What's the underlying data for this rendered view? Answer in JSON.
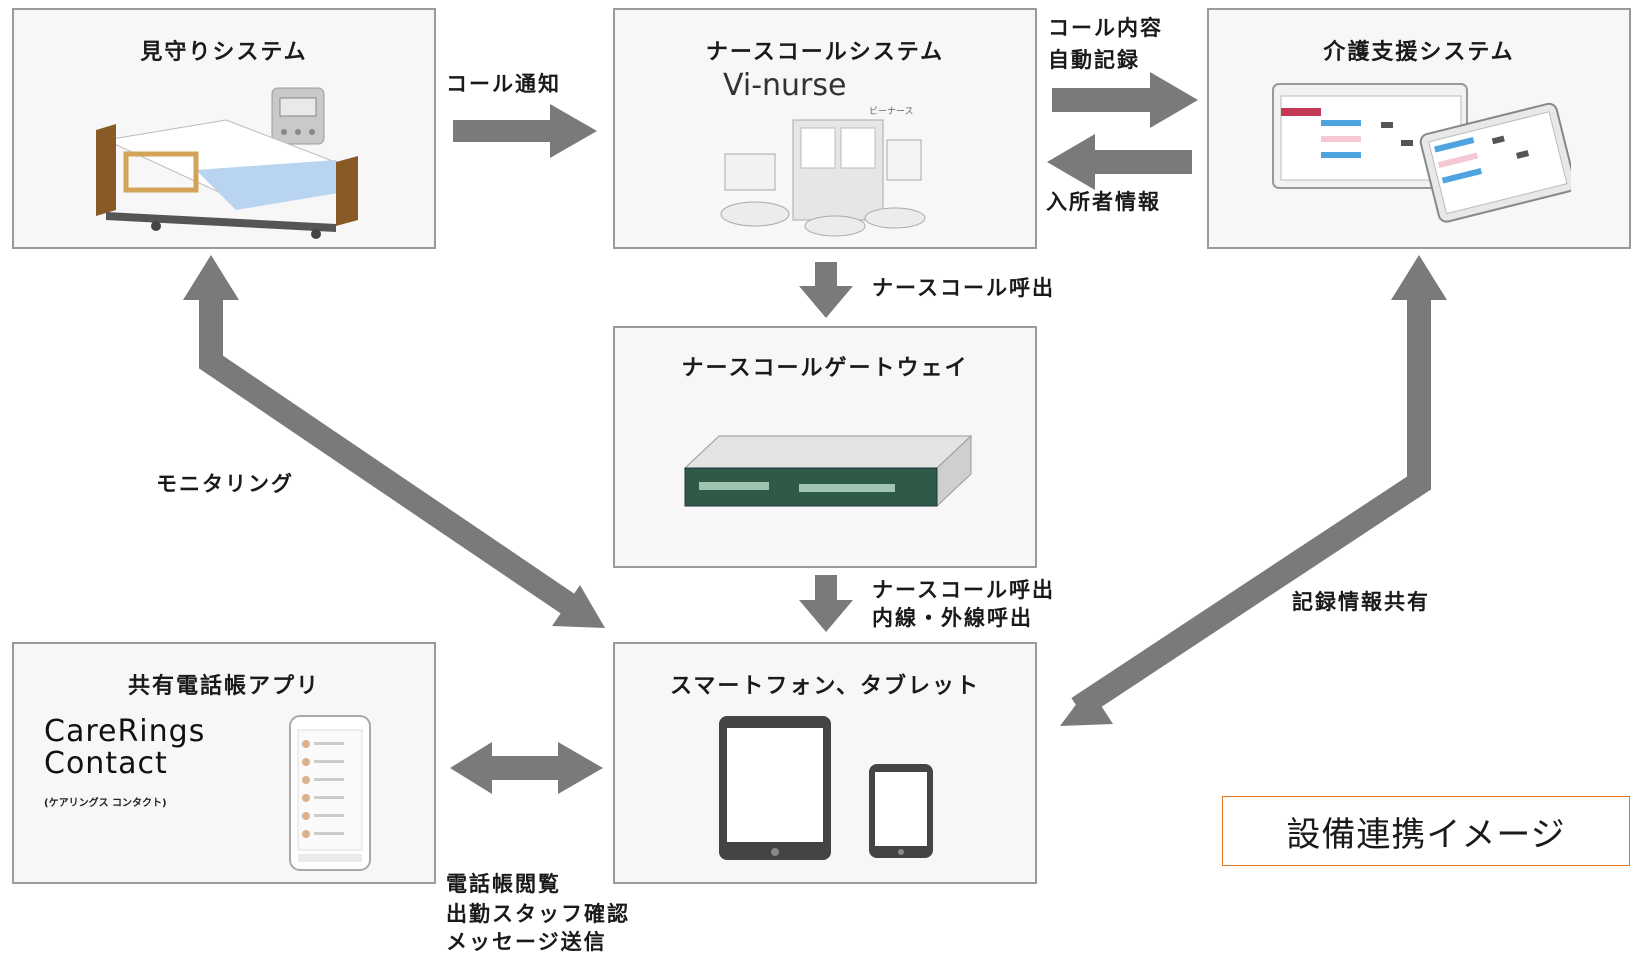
{
  "colors": {
    "arrow": "#7a7a7a",
    "box_border": "#9a9a9a",
    "box_fill": "#f7f7f7",
    "caption_border": "#e8761e"
  },
  "boxes": {
    "watch": {
      "title": "見守りシステム"
    },
    "nursecall": {
      "title": "ナースコールシステム",
      "brand": "Vi-nurse",
      "brand_reading": "ビーナース"
    },
    "care": {
      "title": "介護支援システム"
    },
    "gateway": {
      "title": "ナースコールゲートウェイ"
    },
    "phonebook": {
      "title": "共有電話帳アプリ",
      "app_name_line1": "CareRings",
      "app_name_line2": "Contact",
      "app_reading": "(ケアリングス コンタクト)"
    },
    "smartphone": {
      "title": "スマートフォン、タブレット"
    }
  },
  "edges": {
    "call_notify": "コール通知",
    "auto_record": [
      "コール内容",
      "自動記録"
    ],
    "resident_info": "入所者情報",
    "nurse_call_1": "ナースコール呼出",
    "nurse_call_2": [
      "ナースコール呼出",
      "内線・外線呼出"
    ],
    "monitoring": "モニタリング",
    "record_share": "記録情報共有",
    "phonebook_actions": [
      "電話帳閲覧",
      "出勤スタッフ確認",
      "メッセージ送信"
    ]
  },
  "caption": "設備連携イメージ",
  "icons": [
    "bed-icon",
    "sensor-icon",
    "nurse-call-devices-icon",
    "care-screen-icon",
    "gateway-device-icon",
    "tablet-icon",
    "smartphone-icon",
    "app-screen-icon"
  ]
}
